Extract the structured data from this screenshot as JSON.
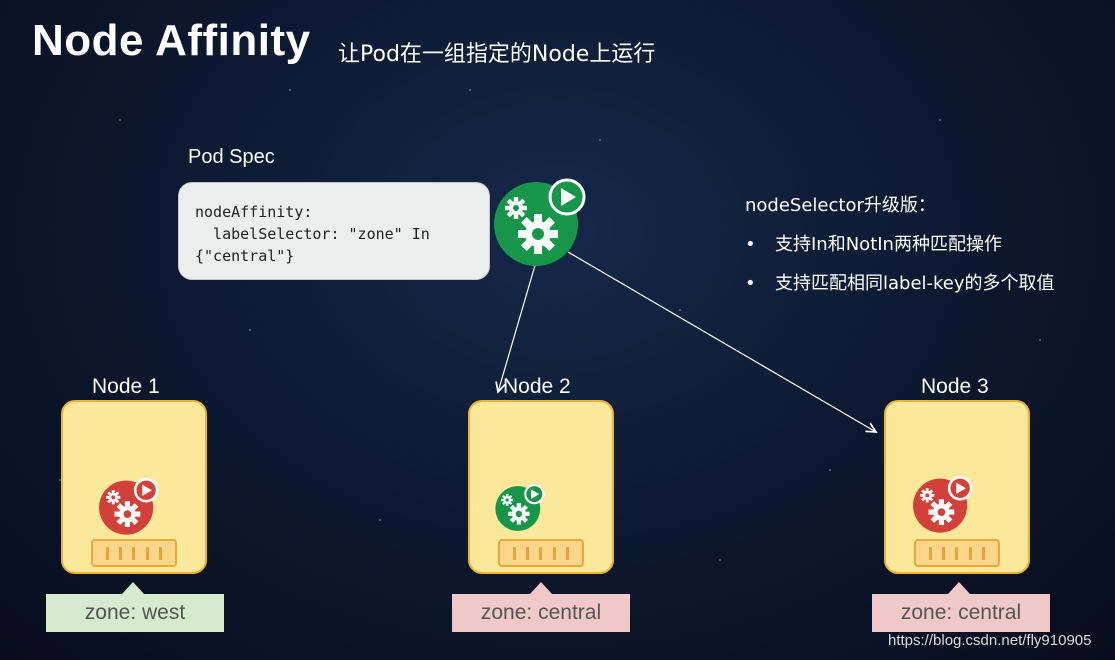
{
  "header": {
    "title": "Node Affinity",
    "subtitle": "让Pod在一组指定的Node上运行"
  },
  "pod_spec": {
    "label": "Pod Spec",
    "code": "nodeAffinity:\n  labelSelector: \"zone\" In\n{\"central\"}"
  },
  "features": {
    "heading": "nodeSelector升级版：",
    "bullet": "•",
    "items": [
      "支持In和NotIn两种匹配操作",
      "支持匹配相同label-key的多个取值"
    ]
  },
  "nodes": [
    {
      "label": "Node 1",
      "zone": "zone: west",
      "pod_color": "#d2403a"
    },
    {
      "label": "Node 2",
      "zone": "zone: central",
      "pod_color": "#17964a"
    },
    {
      "label": "Node 3",
      "zone": "zone: central",
      "pod_color": "#d2403a"
    }
  ],
  "colors": {
    "pod_green": "#17964a",
    "pod_red": "#d2403a",
    "node_fill": "#fbe89b",
    "zone_west": "#d6ead0",
    "zone_central": "#f0c8c8"
  },
  "icons": [
    "gears-play-icon"
  ],
  "watermark": "https://blog.csdn.net/fly910905"
}
